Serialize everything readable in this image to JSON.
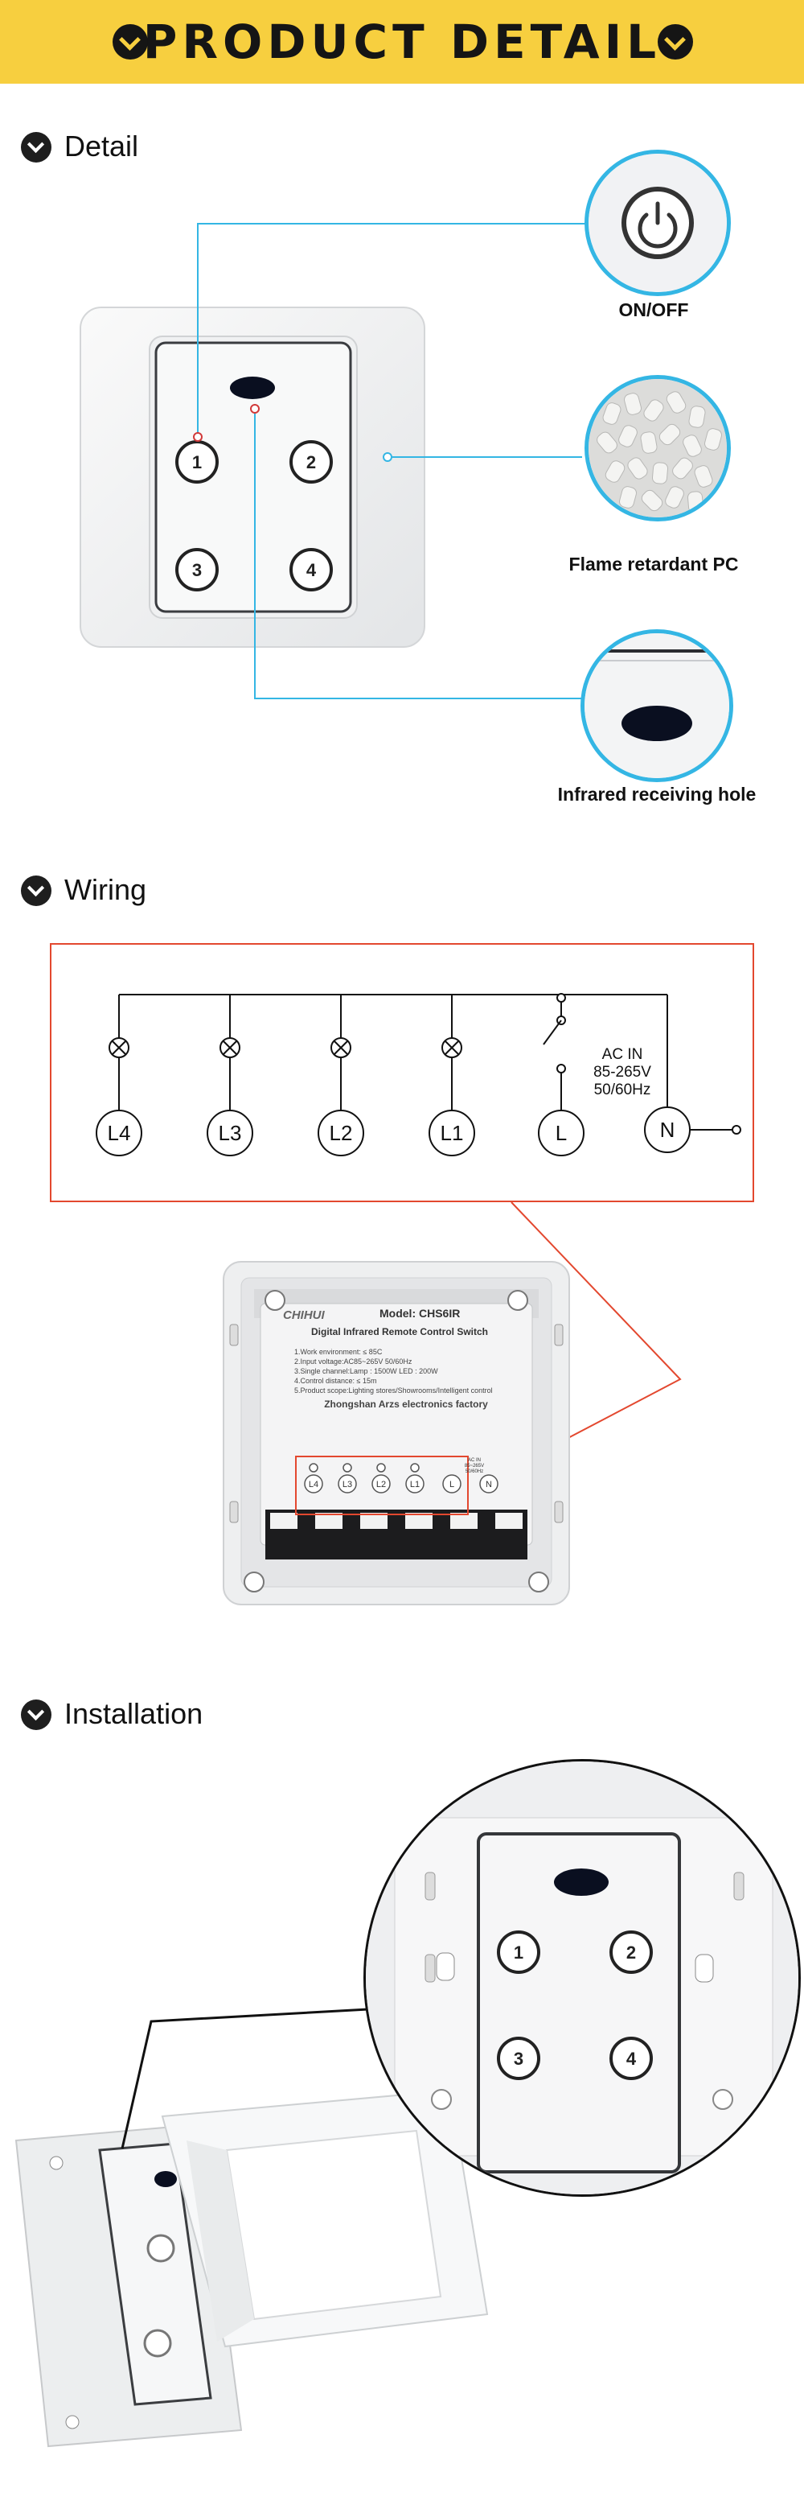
{
  "header": {
    "title": "PRODUCT DETAIL"
  },
  "sections": {
    "detail": {
      "title": "Detail"
    },
    "wiring": {
      "title": "Wiring"
    },
    "installation": {
      "title": "Installation"
    }
  },
  "callouts": {
    "on_off": "ON/OFF",
    "material": "Flame retardant PC",
    "infrared": "Infrared receiving hole"
  },
  "switch_buttons": [
    "1",
    "2",
    "3",
    "4"
  ],
  "wiring": {
    "loads": [
      "L4",
      "L3",
      "L2",
      "L1"
    ],
    "live": "L",
    "neutral": "N",
    "supply": [
      "AC  IN",
      "85-265V",
      "50/60Hz"
    ]
  },
  "back_label": {
    "brand": "CHIHUI",
    "model": "Model: CHS6IR",
    "product": "Digital Infrared Remote Control Switch",
    "specs": [
      "1.Work environment: ≤ 85C",
      "2.Input voltage:AC85~265V  50/60Hz",
      "3.Single channel:Lamp : 1500W  LED : 200W",
      "4.Control distance: ≤ 15m",
      "5.Product scope:Lighting stores/Showrooms/Intelligent control"
    ],
    "factory": "Zhongshan Arzs electronics factory",
    "terminals": [
      "L4",
      "L3",
      "L2",
      "L1",
      "L",
      "N"
    ],
    "terminal_note": [
      "AC IN",
      "85~265V",
      "50/60Hz"
    ]
  },
  "colors": {
    "header_bg": "#f7cf3f",
    "accent_blue": "#34b6e4",
    "wiring_red": "#e3482f"
  }
}
